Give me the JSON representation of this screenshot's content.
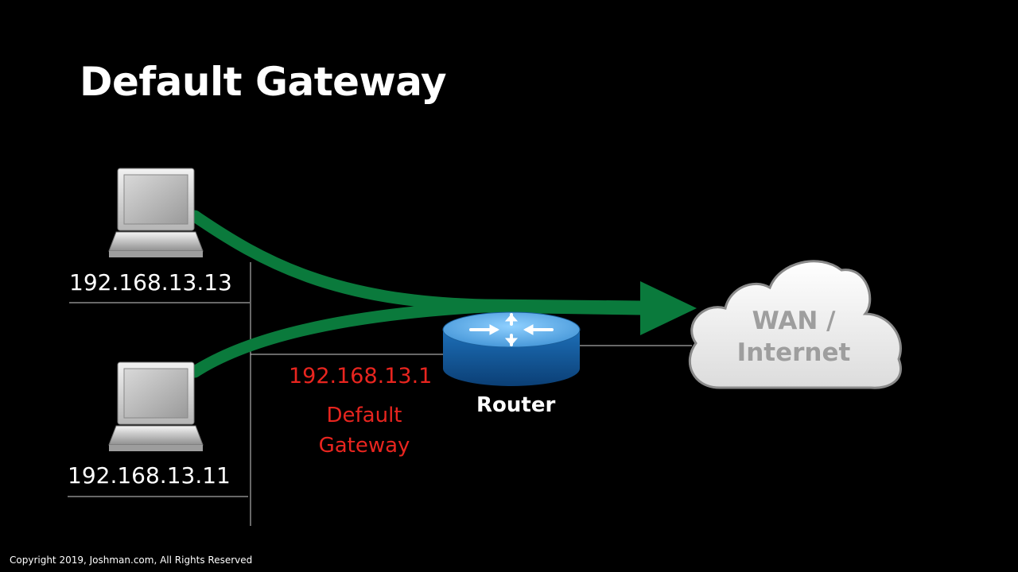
{
  "title": "Default Gateway",
  "hosts": [
    {
      "ip": "192.168.13.13"
    },
    {
      "ip": "192.168.13.11"
    }
  ],
  "gateway": {
    "ip": "192.168.13.1",
    "label_line1": "Default",
    "label_line2": "Gateway"
  },
  "router": {
    "label": "Router"
  },
  "cloud": {
    "label_line1": "WAN /",
    "label_line2": "Internet"
  },
  "copyright": "Copyright 2019, Joshman.com, All Rights Reserved",
  "colors": {
    "background": "#000000",
    "arrow": "#0a7a3c",
    "gateway_text": "#e8251f",
    "router_blue": "#2f8fd6",
    "cloud_text": "#9e9e9e"
  },
  "icons": [
    "laptop-icon",
    "router-icon",
    "cloud-icon",
    "arrow-icon"
  ]
}
